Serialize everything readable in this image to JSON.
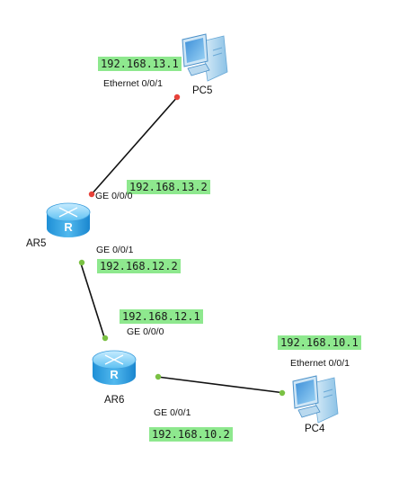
{
  "devices": {
    "pc5": {
      "name": "PC5",
      "port": "Ethernet 0/0/1",
      "ip": "192.168.13.1"
    },
    "ar5": {
      "name": "AR5",
      "port_down": "GE 0/0/0",
      "ip_down": "192.168.13.2",
      "port_up": "GE 0/0/1",
      "ip_up": "192.168.12.2"
    },
    "ar6": {
      "name": "AR6",
      "port_a": "GE 0/0/0",
      "ip_a": "192.168.12.1",
      "port_b": "GE 0/0/1",
      "ip_b": "192.168.10.2"
    },
    "pc4": {
      "name": "PC4",
      "port": "Ethernet 0/0/1",
      "ip": "192.168.10.1"
    }
  },
  "links": [
    {
      "from": "PC5",
      "to": "AR5",
      "status": "down"
    },
    {
      "from": "AR5",
      "to": "AR6",
      "status": "up"
    },
    {
      "from": "AR6",
      "to": "PC4",
      "status": "up"
    }
  ],
  "colors": {
    "link_up": "#7ac143",
    "link_down": "#e8423a",
    "ip_label_bg": "#8ee88e",
    "device_blue": "#3aa6e8"
  },
  "icons": {
    "router": "router-icon",
    "pc": "pc-icon"
  }
}
